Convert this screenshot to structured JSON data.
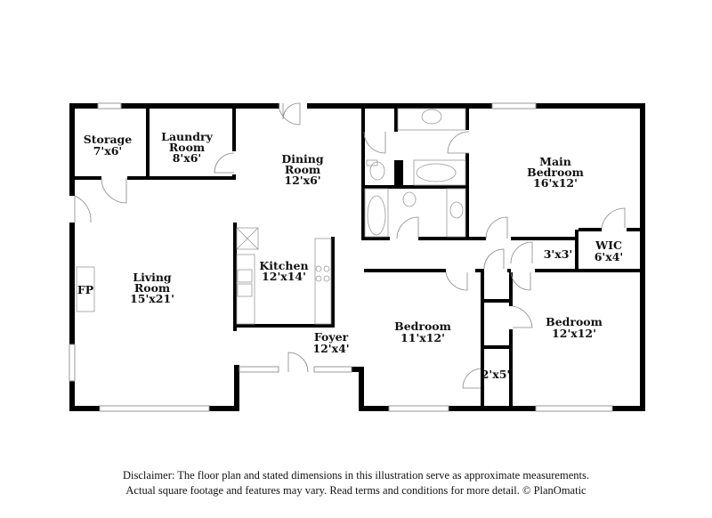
{
  "floor_plan": {
    "rooms": [
      {
        "id": "storage",
        "name_lines": [
          "Storage"
        ],
        "dimensions": "7'x6'"
      },
      {
        "id": "laundry",
        "name_lines": [
          "Laundry",
          "Room"
        ],
        "dimensions": "8'x6'"
      },
      {
        "id": "dining",
        "name_lines": [
          "Dining",
          "Room"
        ],
        "dimensions": "12'x6'"
      },
      {
        "id": "living",
        "name_lines": [
          "Living",
          "Room"
        ],
        "dimensions": "15'x21'"
      },
      {
        "id": "kitchen",
        "name_lines": [
          "Kitchen"
        ],
        "dimensions": "12'x14'"
      },
      {
        "id": "foyer",
        "name_lines": [
          "Foyer"
        ],
        "dimensions": "12'x4'"
      },
      {
        "id": "main-bedroom",
        "name_lines": [
          "Main",
          "Bedroom"
        ],
        "dimensions": "16'x12'"
      },
      {
        "id": "wic",
        "name_lines": [
          "WIC"
        ],
        "dimensions": "6'x4'"
      },
      {
        "id": "linen-closet",
        "name_lines": [],
        "dimensions": "3'x3'"
      },
      {
        "id": "bedroom-2",
        "name_lines": [
          "Bedroom"
        ],
        "dimensions": "11'x12'"
      },
      {
        "id": "bedroom-3",
        "name_lines": [
          "Bedroom"
        ],
        "dimensions": "12'x12'"
      },
      {
        "id": "closet",
        "name_lines": [],
        "dimensions": "2'x5'"
      }
    ],
    "fireplace_label": "FP",
    "colors": {
      "wall": "#000000",
      "fixture": "#999999",
      "window": "#cccccc",
      "background": "#ffffff"
    }
  },
  "disclaimer": {
    "line1": "Disclaimer: The floor plan and stated dimensions in this illustration serve as approximate measurements.",
    "line2": "Actual square footage and features may vary. Read terms and conditions for more detail. © PlanOmatic"
  }
}
